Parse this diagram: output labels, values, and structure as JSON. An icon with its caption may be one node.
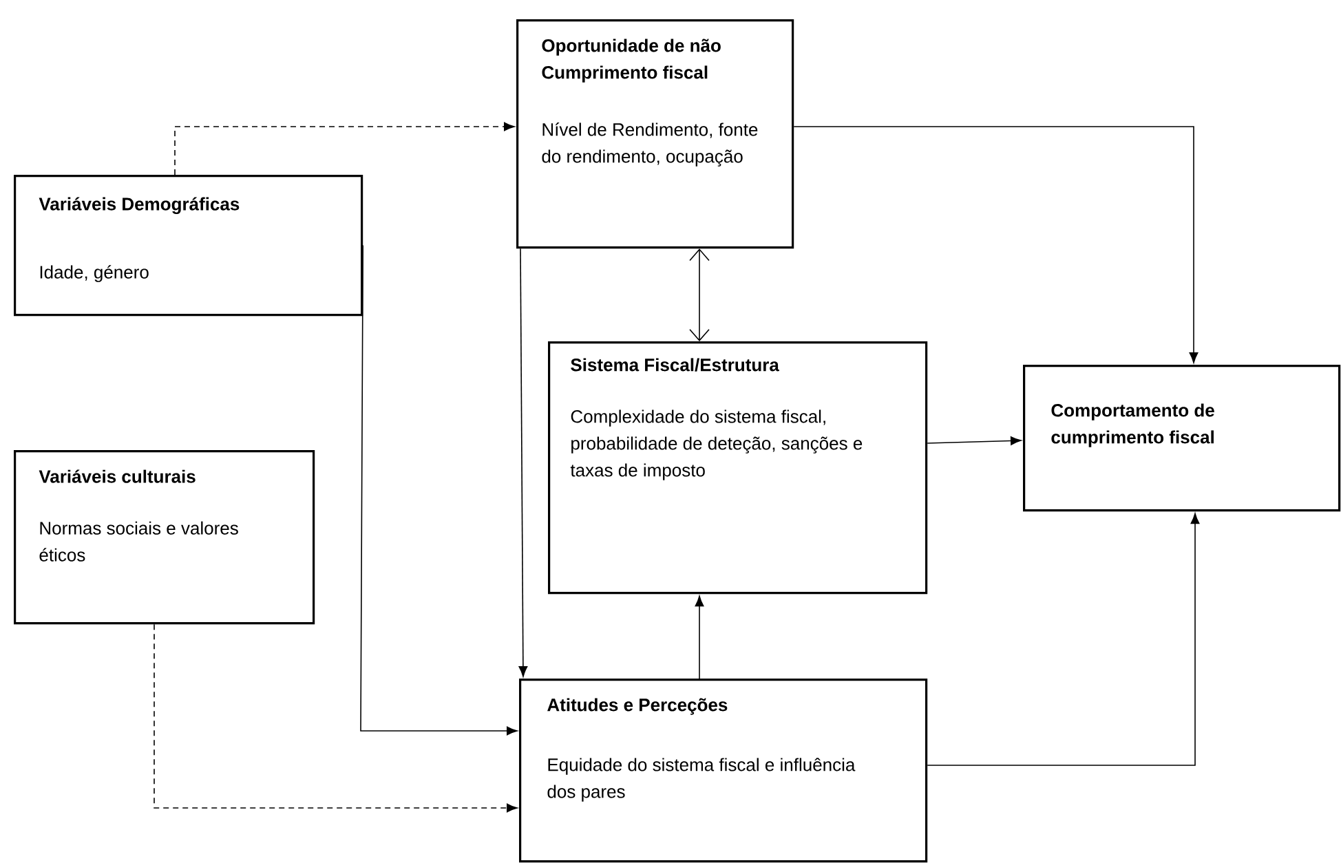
{
  "diagram": {
    "nodes": [
      {
        "text": [
          "Variáveis Demográficas",
          "Idade, género"
        ]
      },
      {
        "text": [
          "Variáveis culturais",
          "Normas sociais e valores éticos"
        ]
      },
      {
        "text": [
          "Oportunidade de não Cumprimento fiscal",
          "Nível de Rendimento, fonte do rendimento, ocupação"
        ]
      },
      {
        "text": [
          "Sistema Fiscal/Estrutura",
          "Complexidade do sistema fiscal, probabilidade de deteção, sanções e taxas de imposto"
        ]
      },
      {
        "text": [
          "Comportamento de cumprimento fiscal"
        ]
      },
      {
        "text": [
          "Atitudes e Perceções",
          "Equidade do sistema fiscal e influência dos pares"
        ]
      }
    ],
    "edges": [
      {
        "from": 0,
        "to": 2,
        "arrow": "to",
        "style": "dashed"
      },
      {
        "from": 0,
        "to": 5,
        "arrow": "to"
      },
      {
        "from": 1,
        "to": 5,
        "arrow": "to",
        "style": "dashed"
      },
      {
        "from": 2,
        "to": 5,
        "arrow": "to"
      },
      {
        "from": 2,
        "to": 3,
        "arrow": "both"
      },
      {
        "from": 2,
        "to": 4,
        "arrow": "to"
      },
      {
        "from": 3,
        "to": 4,
        "arrow": "to"
      },
      {
        "from": 5,
        "to": 3,
        "arrow": "to"
      },
      {
        "from": 5,
        "to": 4,
        "arrow": "to"
      }
    ]
  }
}
